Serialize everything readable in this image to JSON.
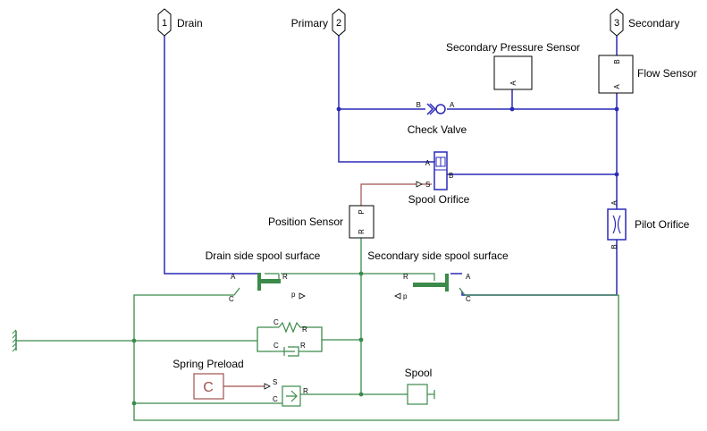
{
  "ports": {
    "drain": {
      "number": "1",
      "label": "Drain"
    },
    "primary": {
      "number": "2",
      "label": "Primary"
    },
    "secondary": {
      "number": "3",
      "label": "Secondary"
    }
  },
  "blocks": {
    "secondary_pressure_sensor": {
      "label": "Secondary Pressure Sensor",
      "port": "A"
    },
    "flow_sensor": {
      "label": "Flow Sensor",
      "port_a": "A",
      "port_b": "B"
    },
    "check_valve": {
      "label": "Check Valve",
      "port_a": "A",
      "port_b": "B"
    },
    "spool_orifice": {
      "label": "Spool Orifice",
      "port_a": "A",
      "port_b": "B",
      "port_s": "S"
    },
    "position_sensor": {
      "label": "Position Sensor",
      "port_p": "P",
      "port_r": "R"
    },
    "pilot_orifice": {
      "label": "Pilot Orifice",
      "port_a": "A",
      "port_b": "B"
    },
    "drain_spool_surface": {
      "label": "Drain side spool surface",
      "port_a": "A",
      "port_r": "R",
      "port_c": "C",
      "port_p": "p"
    },
    "secondary_spool_surface": {
      "label": "Secondary side spool surface",
      "port_a": "A",
      "port_r": "R",
      "port_c": "C",
      "port_p": "p"
    },
    "spring": {
      "port_c": "C",
      "port_r": "R"
    },
    "damper": {
      "port_c": "C",
      "port_r": "R"
    },
    "spring_preload": {
      "label": "Spring Preload",
      "value": "C"
    },
    "force_source": {
      "port_s": "S",
      "port_c": "C",
      "port_r": "R"
    },
    "spool": {
      "label": "Spool"
    }
  },
  "colors": {
    "hydraulic": "#2a2ab8",
    "mechanical": "#3b8a4a",
    "physical_signal": "#a0524e"
  }
}
